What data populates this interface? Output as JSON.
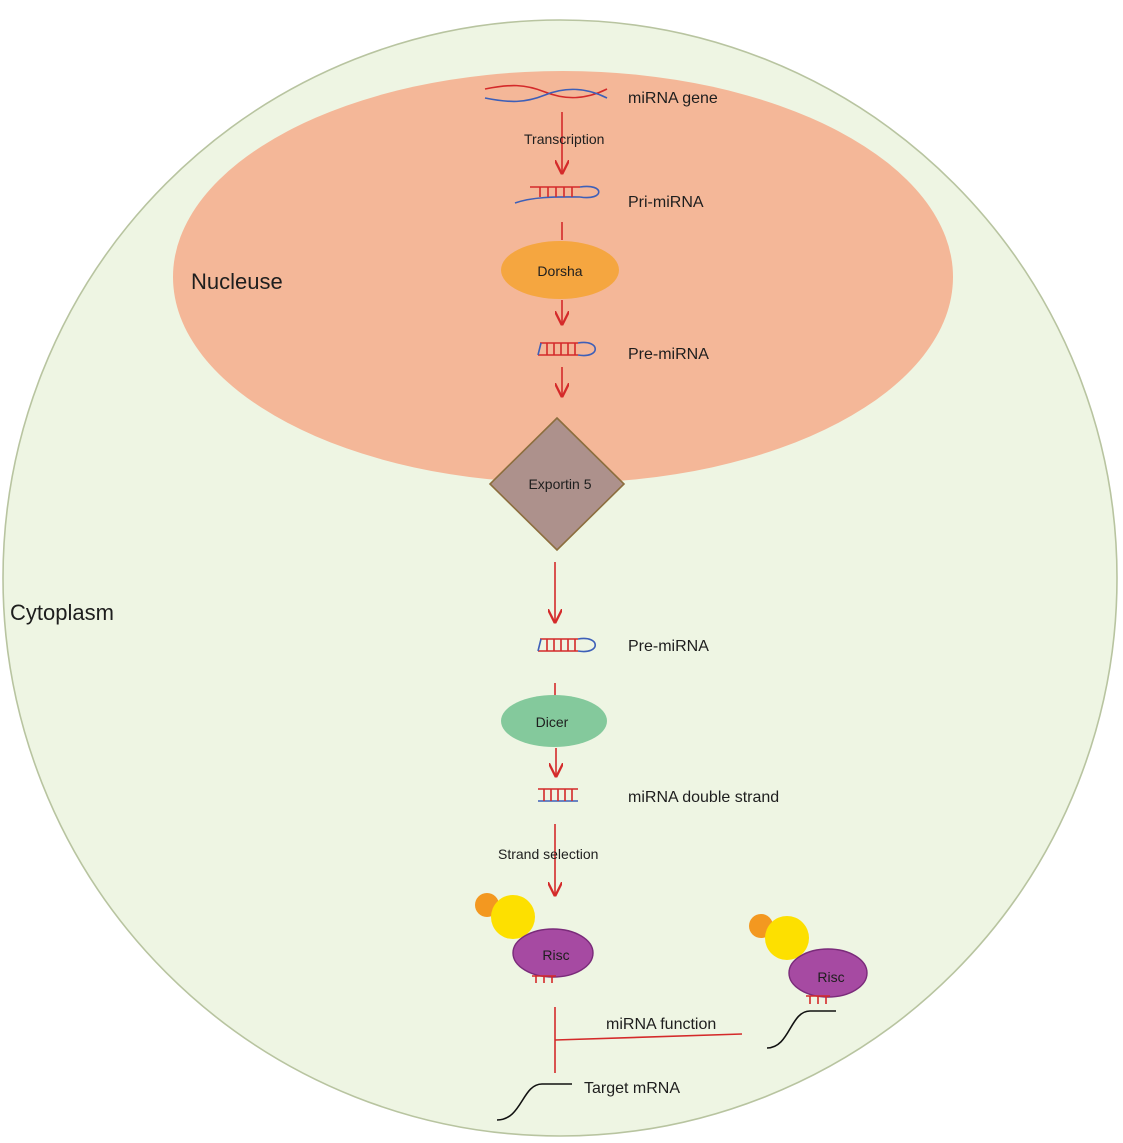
{
  "regions": {
    "cytoplasm": "Cytoplasm",
    "nucleus": "Nucleuse"
  },
  "steps": {
    "mirna_gene": "miRNA gene",
    "transcription": "Transcription",
    "pri_mirna": "Pri-miRNA",
    "drosha": "Dorsha",
    "pre_mirna_nuclear": "Pre-miRNA",
    "exportin": "Exportin 5",
    "pre_mirna_cyto": "Pre-miRNA",
    "dicer": "Dicer",
    "double_strand": "miRNA double strand",
    "strand_selection": "Strand selection",
    "risc_left": "Risc",
    "risc_right": "Risc",
    "mirna_function": "miRNA function",
    "target_mrna": "Target mRNA"
  },
  "colors": {
    "cytoplasm_fill": "#eef5e3",
    "cytoplasm_stroke": "#b8c4a0",
    "nucleus_fill": "#f4b798",
    "drosha_fill": "#f5a640",
    "exportin_fill": "#ad918c",
    "exportin_stroke": "#8c6e3e",
    "dicer_fill": "#84c99c",
    "risc_fill": "#a64aa2",
    "risc_stroke": "#7a2b7a",
    "yellow": "#fde000",
    "orange": "#f39820",
    "arrow": "#d42a2a",
    "strand_blue": "#3d5fb8"
  }
}
